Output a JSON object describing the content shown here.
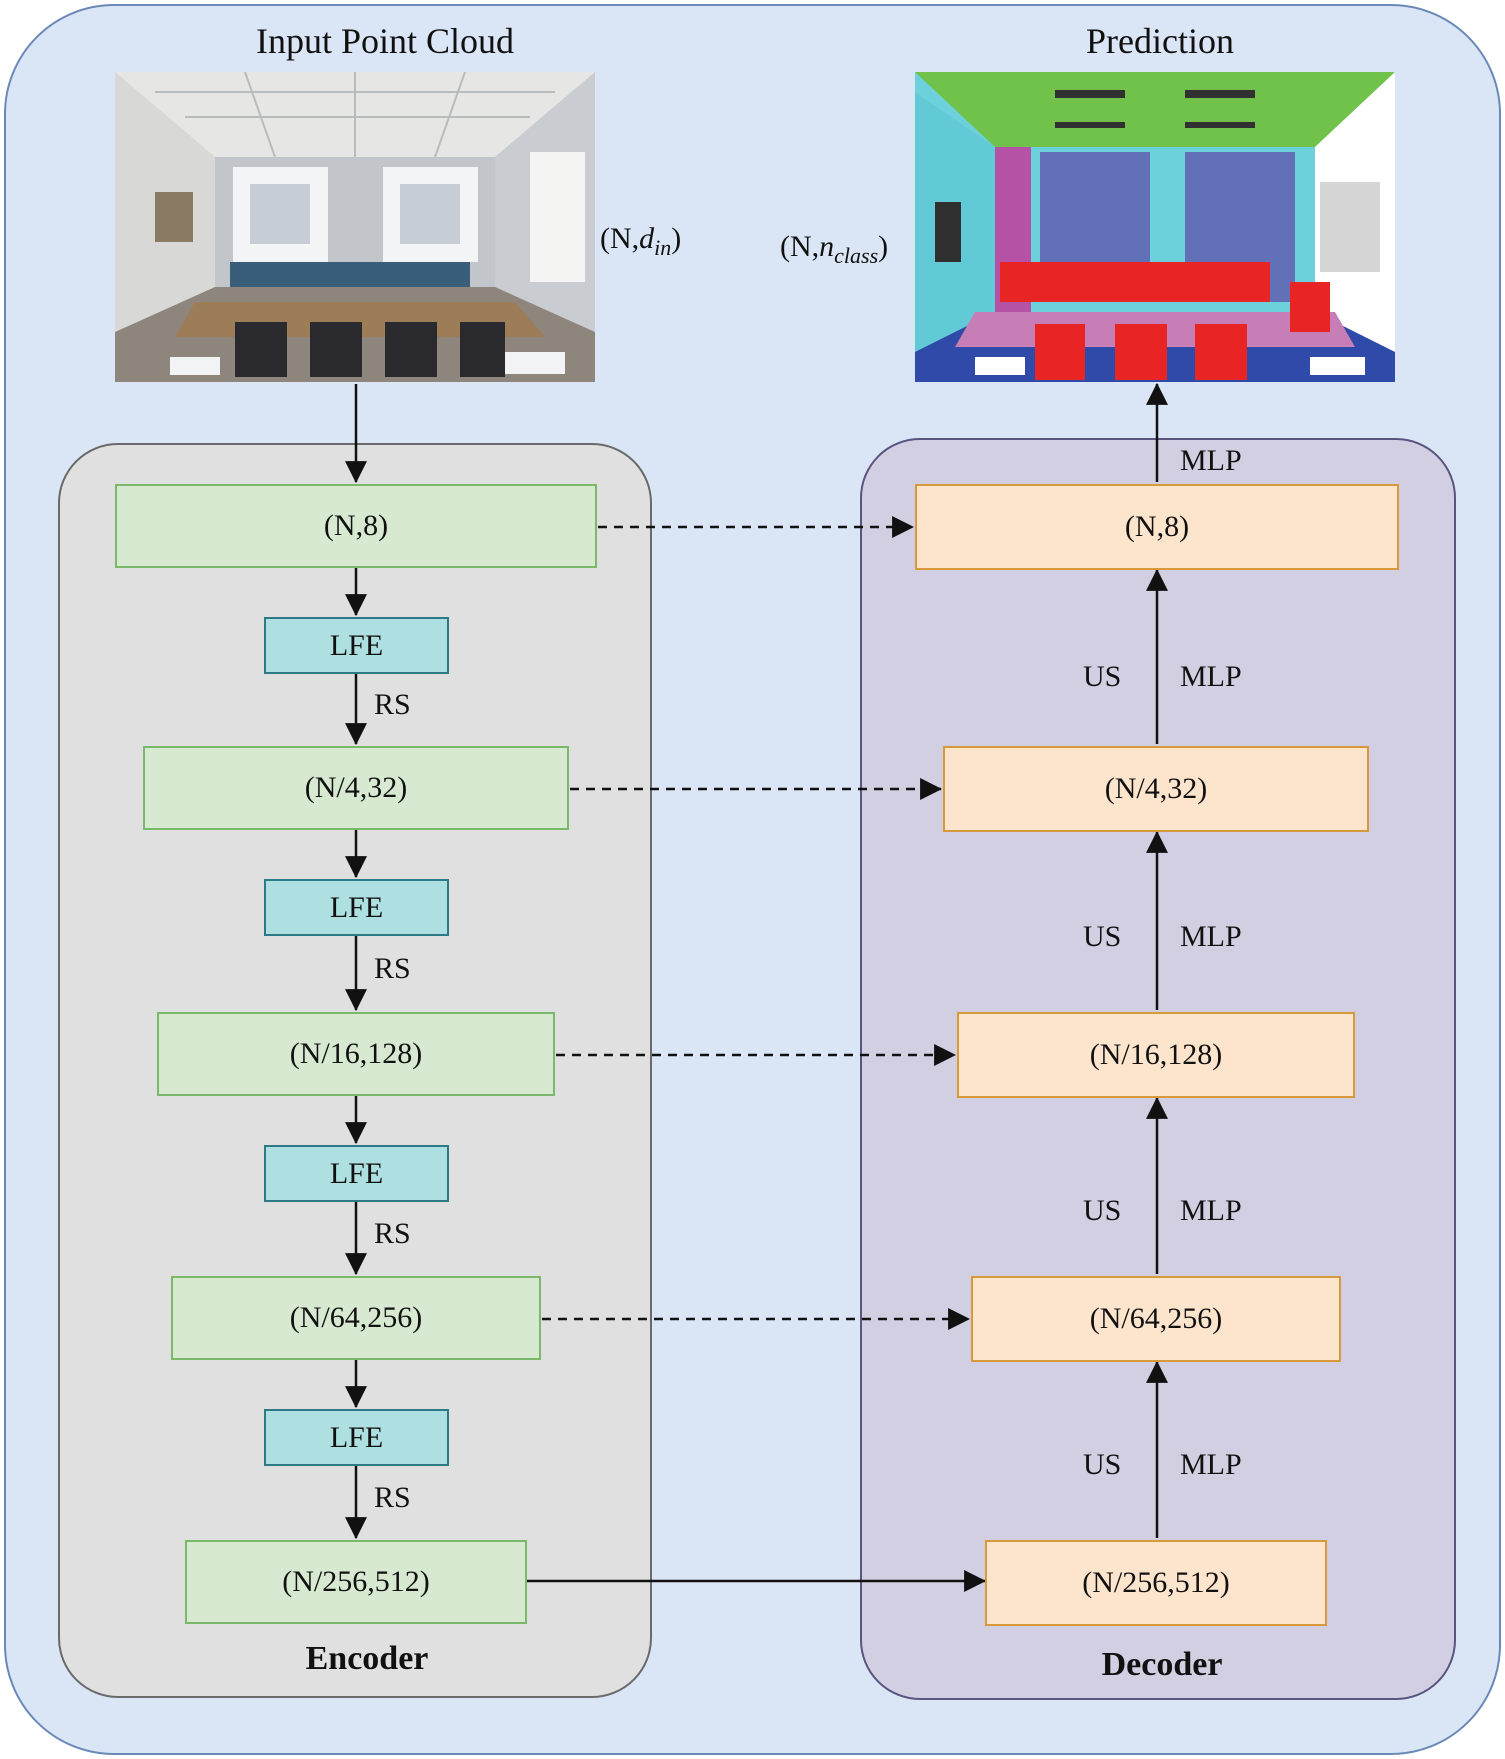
{
  "titles": {
    "input": "Input Point Cloud",
    "prediction": "Prediction"
  },
  "dims": {
    "input_prefix": "(N,",
    "input_var": "d",
    "input_sub": "in",
    "input_suffix": ")",
    "pred_prefix": "(N,",
    "pred_var": "n",
    "pred_sub": "class",
    "pred_suffix": ")"
  },
  "encoder": {
    "label": "Encoder",
    "boxes": [
      "(N,8)",
      "(N/4,32)",
      "(N/16,128)",
      "(N/64,256)",
      "(N/256,512)"
    ],
    "lfe": "LFE",
    "rs": "RS"
  },
  "decoder": {
    "label": "Decoder",
    "boxes": [
      "(N,8)",
      "(N/4,32)",
      "(N/16,128)",
      "(N/64,256)",
      "(N/256,512)"
    ],
    "us": "US",
    "mlp": "MLP"
  },
  "images": {
    "input_scene": "office-room-point-cloud",
    "prediction_scene": "office-room-segmentation"
  },
  "colors": {
    "outer_bg": "#dae6f5",
    "encoder_bg": "#e0e0e0",
    "decoder_bg": "#d3cfe3",
    "encoder_box": "#d7e9d1",
    "lfe_box": "#aee0e2",
    "decoder_box": "#fde4cc"
  }
}
